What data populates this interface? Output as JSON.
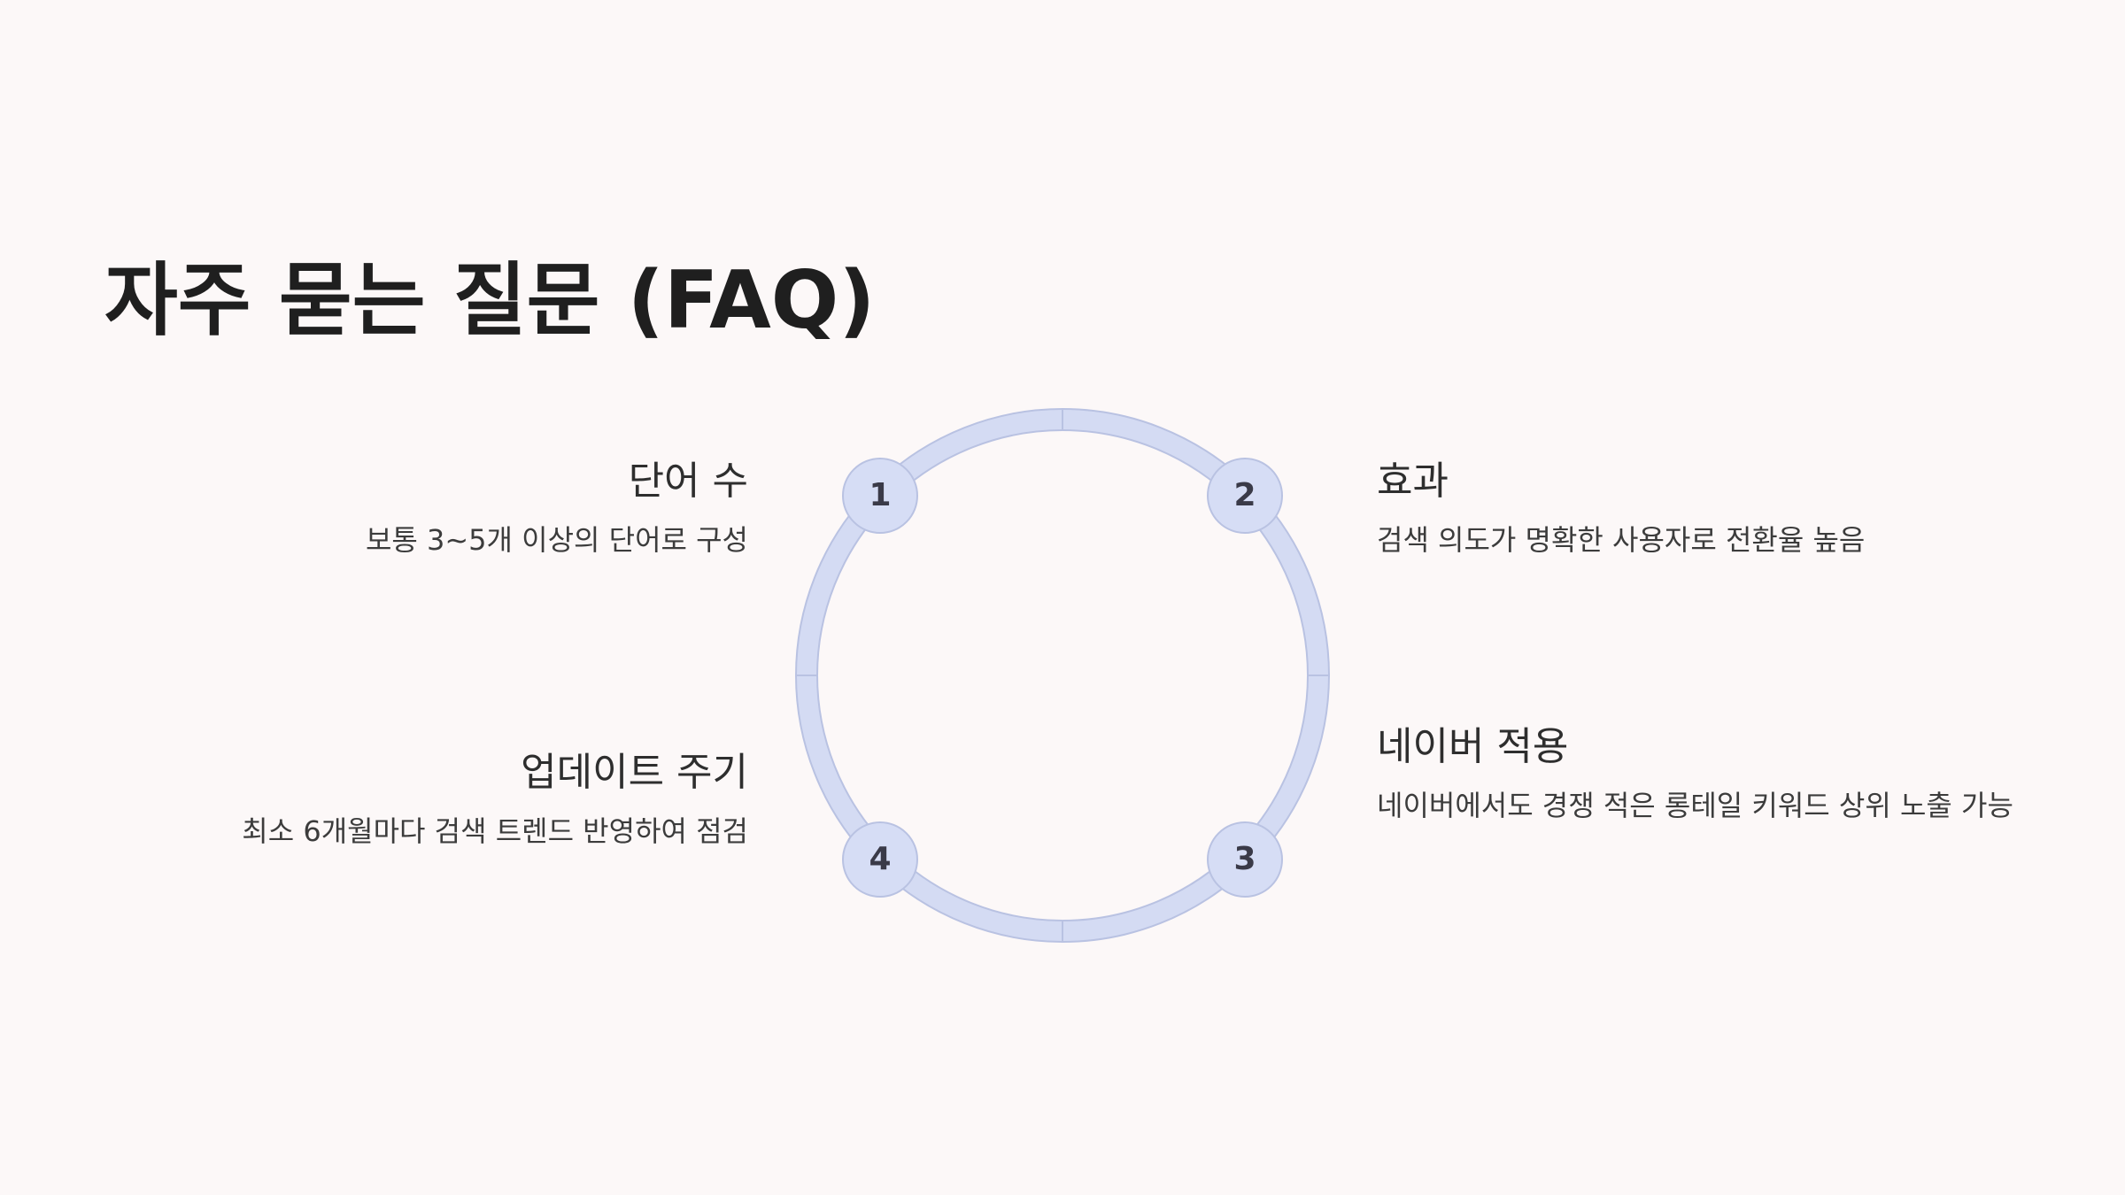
{
  "title": "자주 묻는 질문 (FAQ)",
  "colors": {
    "background": "#fcf8f8",
    "ring_fill": "#d4dbf3",
    "ring_stroke": "#b9c2e2",
    "node_fill": "#d6ddf5",
    "node_text": "#3a3a48"
  },
  "steps": [
    {
      "number": "1",
      "heading": "단어 수",
      "description": "보통 3~5개 이상의 단어로 구성"
    },
    {
      "number": "2",
      "heading": "효과",
      "description": "검색 의도가 명확한 사용자로 전환율 높음"
    },
    {
      "number": "3",
      "heading": "네이버 적용",
      "description": "네이버에서도 경쟁 적은 롱테일 키워드 상위 노출 가능"
    },
    {
      "number": "4",
      "heading": "업데이트 주기",
      "description": "최소 6개월마다 검색 트렌드 반영하여 점검"
    }
  ]
}
